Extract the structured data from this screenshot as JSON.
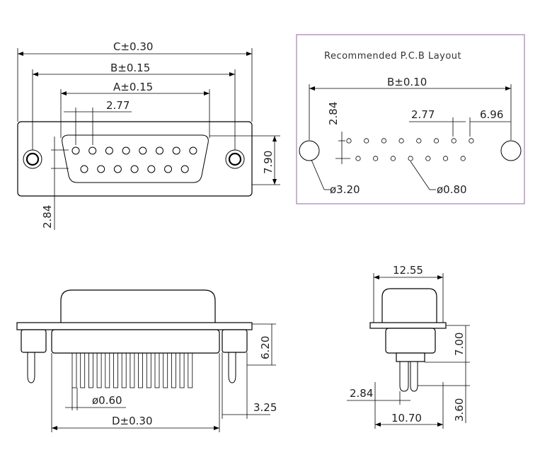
{
  "top_view": {
    "dim_c": "C±0.30",
    "dim_b": "B±0.15",
    "dim_a": "A±0.15",
    "pitch": "2.77",
    "height": "7.90",
    "row_pitch": "2.84"
  },
  "pcb_layout": {
    "title": "Recommended P.C.B Layout",
    "dim_b": "B±0.10",
    "row_pitch": "2.84",
    "pitch": "2.77",
    "offset": "6.96",
    "mount_hole": "ø3.20",
    "pin_hole": "ø0.80",
    "border_color": "#b58fc0"
  },
  "front_view": {
    "height": "6.20",
    "pin_dia": "ø0.60",
    "leg_offset": "3.25",
    "dim_d": "D±0.30"
  },
  "side_view": {
    "width": "12.55",
    "height_top": "7.00",
    "pin_offset": "2.84",
    "height_bottom": "3.60",
    "base_width": "10.70"
  }
}
